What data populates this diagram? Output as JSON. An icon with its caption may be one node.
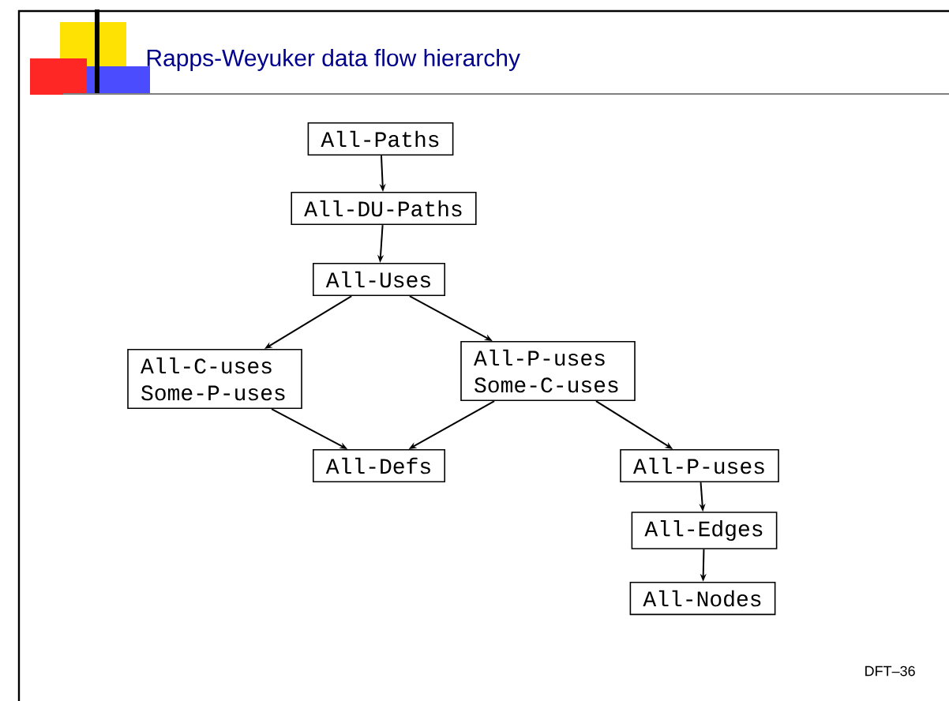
{
  "diagram": {
    "title": "Rapps-Weyuker data flow hierarchy",
    "nodes": [
      {
        "text": [
          "All-Paths"
        ]
      },
      {
        "text": [
          "All-DU-Paths"
        ]
      },
      {
        "text": [
          "All-Uses"
        ]
      },
      {
        "text": [
          "All-C-uses Some-P-uses"
        ]
      },
      {
        "text": [
          "All-P-uses Some-C-uses"
        ]
      },
      {
        "text": [
          "All-Defs"
        ]
      },
      {
        "text": [
          "All-P-uses"
        ]
      },
      {
        "text": [
          "All-Edges"
        ]
      },
      {
        "text": [
          "All-Nodes"
        ]
      }
    ],
    "edges": [
      {
        "from": 0,
        "to": 1,
        "arrow": "to"
      },
      {
        "from": 1,
        "to": 2,
        "arrow": "to"
      },
      {
        "from": 2,
        "to": 3,
        "arrow": "to"
      },
      {
        "from": 2,
        "to": 4,
        "arrow": "to"
      },
      {
        "from": 3,
        "to": 5,
        "arrow": "to"
      },
      {
        "from": 4,
        "to": 5,
        "arrow": "to"
      },
      {
        "from": 4,
        "to": 6,
        "arrow": "to"
      },
      {
        "from": 6,
        "to": 7,
        "arrow": "to"
      },
      {
        "from": 7,
        "to": 8,
        "arrow": "to"
      }
    ],
    "labels": [
      "DFT–36"
    ]
  }
}
